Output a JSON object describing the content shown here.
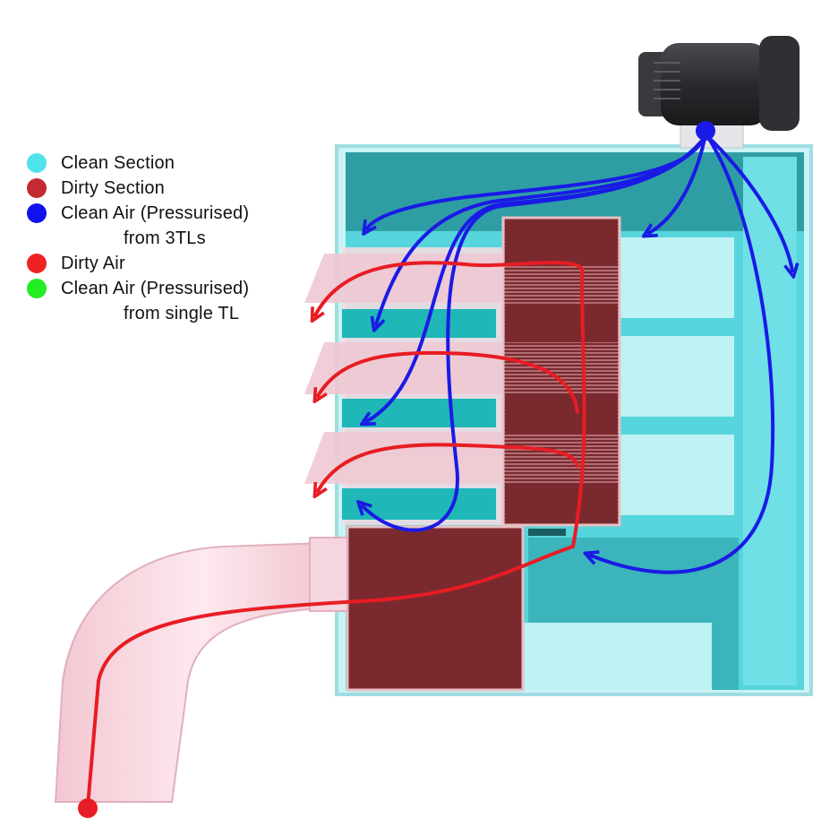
{
  "legend": {
    "items": [
      {
        "label": "Clean Section",
        "sub": "",
        "color": "#4fe3ea"
      },
      {
        "label": "Dirty Section",
        "sub": "",
        "color": "#c42a32"
      },
      {
        "label": "Clean Air (Pressurised)",
        "sub": "from 3TLs",
        "color": "#1111ee"
      },
      {
        "label": "Dirty Air",
        "sub": "",
        "color": "#ee2222"
      },
      {
        "label": "Clean Air (Pressurised)",
        "sub": "from single TL",
        "color": "#22ee22"
      }
    ]
  },
  "colors": {
    "clean_section": "#5cdfe6",
    "clean_section_dark": "#1e9ea3",
    "dirty_section": "#7a2a2e",
    "duct": "#f6d2dc",
    "clean_air_arrow": "#1a1ae6",
    "dirty_air_arrow": "#e81c24",
    "blower": "#2e2e32"
  },
  "icons": {
    "blower": "blower-icon",
    "clean_air_arrow": "arrow-icon",
    "dirty_air_arrow": "arrow-icon"
  }
}
